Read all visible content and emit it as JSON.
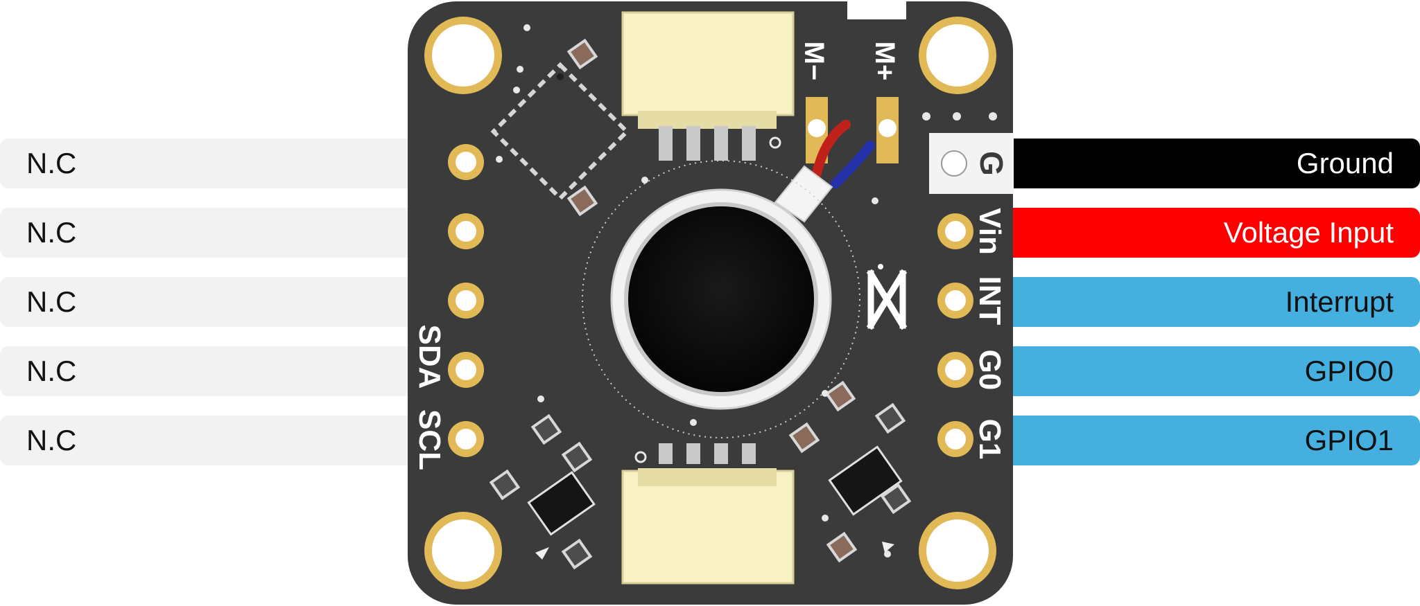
{
  "left_pins": [
    {
      "label": "N.C"
    },
    {
      "label": "N.C"
    },
    {
      "label": "N.C"
    },
    {
      "label": "N.C"
    },
    {
      "label": "N.C"
    }
  ],
  "right_pins": [
    {
      "label": "Ground",
      "bg": "#000000",
      "fg": "#ffffff"
    },
    {
      "label": "Voltage Input",
      "bg": "#ff0000",
      "fg": "#ffffff"
    },
    {
      "label": "Interrupt",
      "bg": "#45b0e0",
      "fg": "#111111"
    },
    {
      "label": "GPIO0",
      "bg": "#45b0e0",
      "fg": "#111111"
    },
    {
      "label": "GPIO1",
      "bg": "#45b0e0",
      "fg": "#111111"
    }
  ],
  "silkscreen": {
    "m_minus": "M−",
    "m_plus": "M+",
    "g": "G",
    "vin": "Vin",
    "int": "INT",
    "g0": "G0",
    "g1": "G1",
    "sda": "SDA",
    "scl": "SCL"
  },
  "colors": {
    "board": "#3a3a3a",
    "gold": "#e2b957",
    "connector": "#f8f1c4"
  }
}
